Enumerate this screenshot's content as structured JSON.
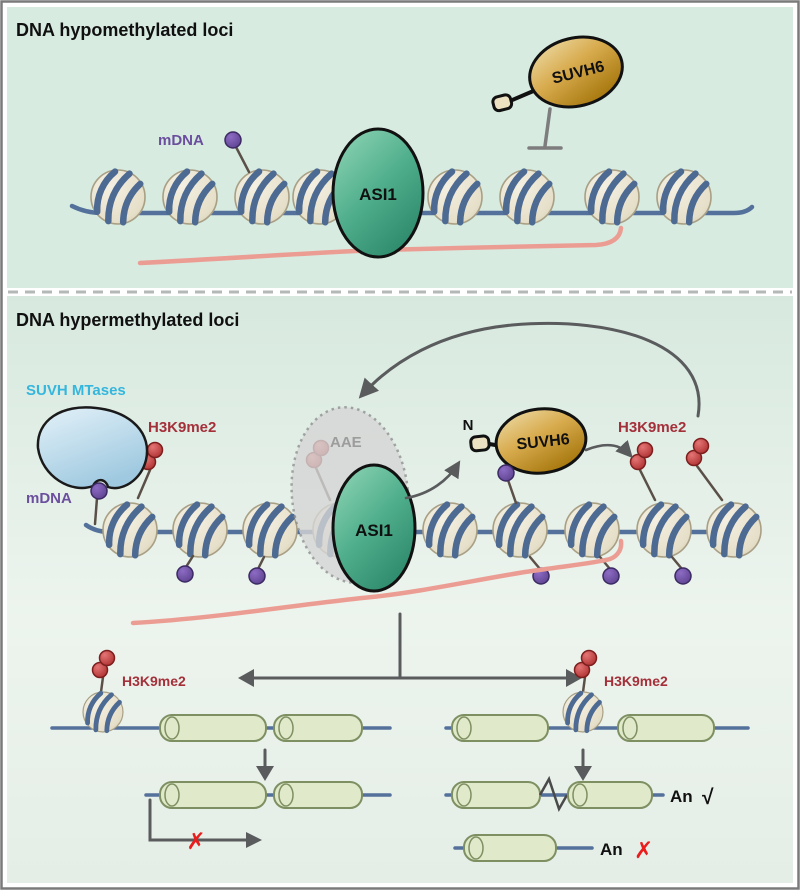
{
  "figure": {
    "panels": {
      "hypo": {
        "title": "DNA hypomethylated loci",
        "mdna_label": "mDNA",
        "asi1_label": "ASI1",
        "suvh6_label": "SUVH6"
      },
      "hyper": {
        "title": "DNA hypermethylated loci",
        "suvh_mtases_label": "SUVH MTases",
        "h3k9me2_left_label": "H3K9me2",
        "mdna_label": "mDNA",
        "aae_label": "AAE",
        "asi1_label": "ASI1",
        "n_terminus_label": "N",
        "suvh6_label": "SUVH6",
        "h3k9me2_right_label": "H3K9me2"
      },
      "genes": {
        "left_h3k9me2_label": "H3K9me2",
        "right_h3k9me2_label": "H3K9me2",
        "an_spliced": "An",
        "check_mark": "√",
        "an_unspliced": "An",
        "cross_transcription": "✗",
        "cross_polya": "✗"
      }
    },
    "colors": {
      "panel_mint": "#d7ebe1",
      "asi1_green": "#4fae8c",
      "suvh6_gold": "#d8ab4e",
      "suvh_mtases_blue": "#a5cde2",
      "mdna_purple": "#6b4f9e",
      "h3k9me2_red": "#b03434",
      "h3k9me2_text_red": "#a4303a",
      "suvh_mtases_text_cyan": "#35b6dd",
      "rna_pink": "#ec9d93",
      "dna_blue": "#54719b",
      "nucleosome_beige": "#e6dfc9",
      "gene_box_green": "#e0e9c9",
      "arrow_gray": "#5a5b5d",
      "aae_gray": "#9c9c9c",
      "cross_red": "#ea1c1c"
    }
  }
}
